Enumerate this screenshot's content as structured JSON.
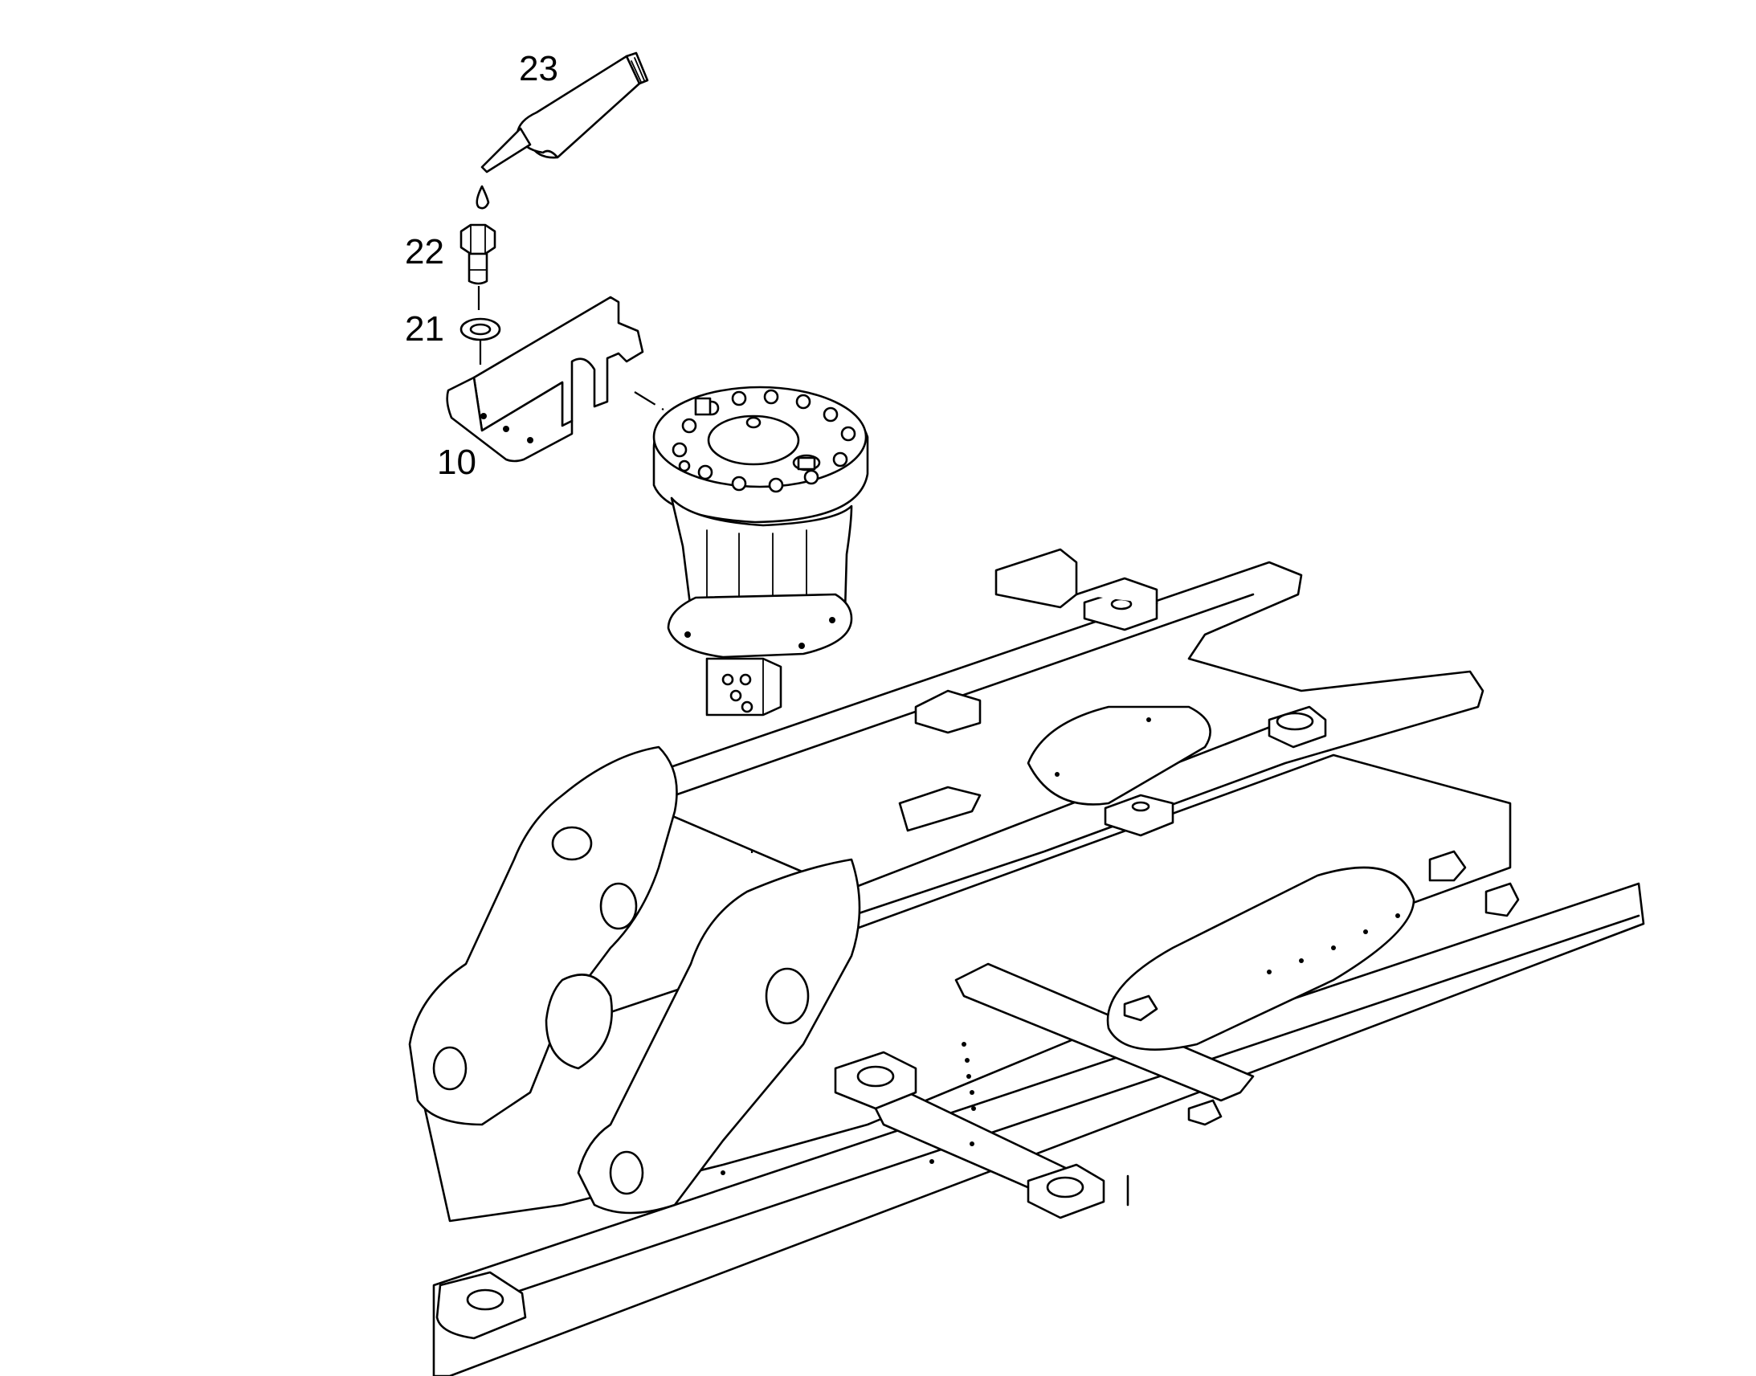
{
  "diagram": {
    "colors": {
      "line": "#000000",
      "background": "#ffffff"
    },
    "callouts": [
      {
        "id": "23",
        "label": "23",
        "part": "sealant-tube"
      },
      {
        "id": "22",
        "label": "22",
        "part": "hex-bolt"
      },
      {
        "id": "21",
        "label": "21",
        "part": "washer"
      },
      {
        "id": "10",
        "label": "10",
        "part": "mounting-bracket"
      }
    ],
    "unlabeled_parts": [
      "rotary-joint",
      "undercarriage-frame"
    ]
  }
}
